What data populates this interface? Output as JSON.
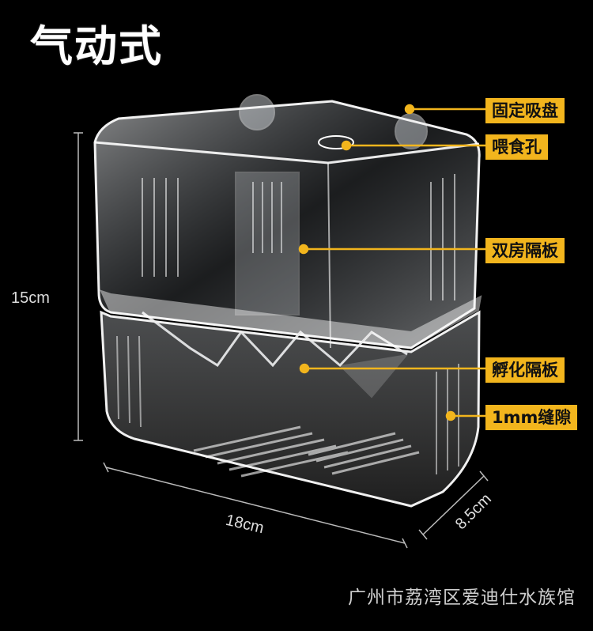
{
  "title": "气动式",
  "callouts": [
    {
      "id": "suction",
      "text": "固定吸盘"
    },
    {
      "id": "feed",
      "text": "喂食孔"
    },
    {
      "id": "divider",
      "text": "双房隔板"
    },
    {
      "id": "hatch",
      "text": "孵化隔板"
    },
    {
      "id": "gap",
      "text": "1mm缝隙"
    }
  ],
  "dimensions": {
    "height": "15cm",
    "length": "18cm",
    "depth": "8.5cm"
  },
  "footer": "广州市荔湾区爱迪仕水族馆",
  "colors": {
    "accent": "#f2b51d",
    "background": "#000000"
  }
}
